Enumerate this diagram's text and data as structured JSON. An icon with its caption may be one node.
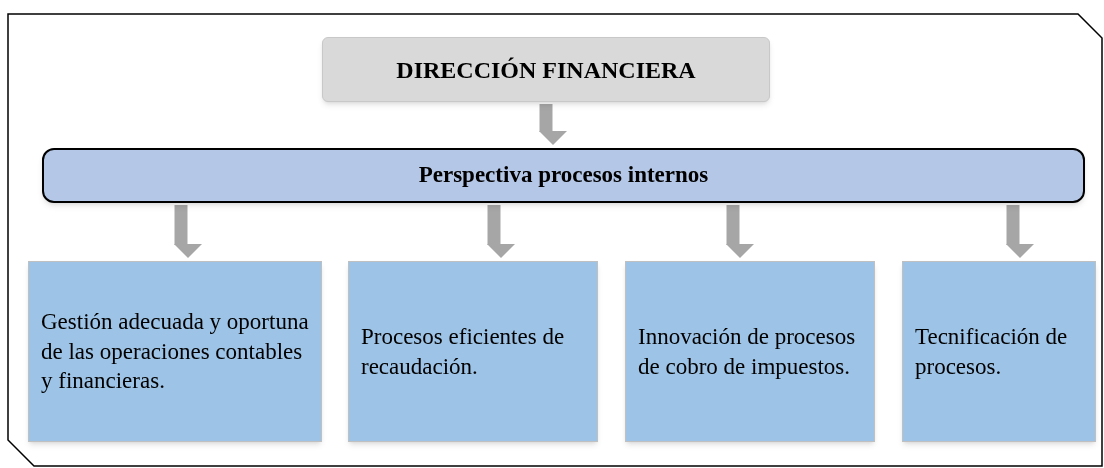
{
  "diagram": {
    "nodes": [
      {
        "text": [
          "DIRECCIÓN FINANCIERA"
        ]
      },
      {
        "text": [
          "Perspectiva procesos internos"
        ]
      },
      {
        "text": [
          "Gestión adecuada y oportuna de las operaciones contables y financieras."
        ]
      },
      {
        "text": [
          "Procesos eficientes de recaudación."
        ]
      },
      {
        "text": [
          "Innovación de procesos de cobro de impuestos."
        ]
      },
      {
        "text": [
          "Tecnificación de procesos."
        ]
      }
    ],
    "edges": [
      {
        "from": 0,
        "to": 1,
        "arrow": "to"
      },
      {
        "from": 1,
        "to": 2,
        "arrow": "to"
      },
      {
        "from": 1,
        "to": 3,
        "arrow": "to"
      },
      {
        "from": 1,
        "to": 4,
        "arrow": "to"
      },
      {
        "from": 1,
        "to": 5,
        "arrow": "to"
      }
    ]
  }
}
